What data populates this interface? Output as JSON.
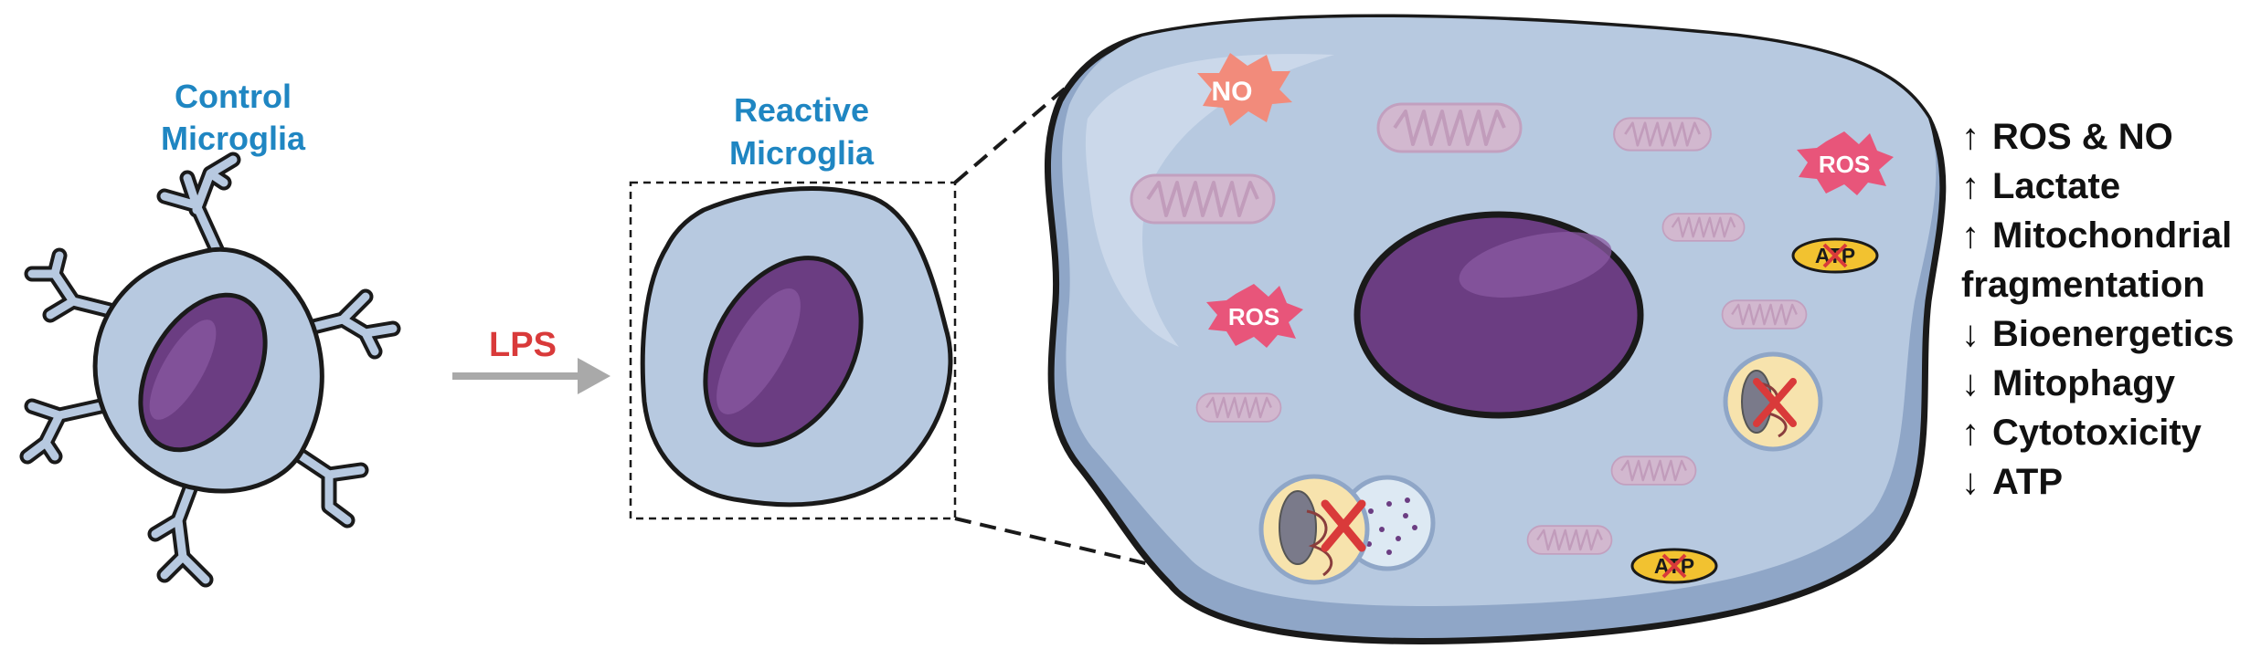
{
  "labels": {
    "control": [
      "Control",
      "Microglia"
    ],
    "reactive": [
      "Reactive",
      "Microglia"
    ],
    "stimulus": "LPS"
  },
  "markers": {
    "no": "NO",
    "ros": "ROS",
    "atp": "ATP"
  },
  "effects": [
    {
      "arrow": "↑",
      "text": "ROS & NO"
    },
    {
      "arrow": "↑",
      "text": "Lactate"
    },
    {
      "arrow": "↑",
      "text": "Mitochondrial"
    },
    {
      "arrow": "",
      "text": "fragmentation"
    },
    {
      "arrow": "↓",
      "text": "Bioenergetics"
    },
    {
      "arrow": "↓",
      "text": "Mitophagy"
    },
    {
      "arrow": "↑",
      "text": "Cytotoxicity"
    },
    {
      "arrow": "↓",
      "text": "ATP"
    }
  ],
  "colors": {
    "cell_fill": "#b7c9e0",
    "cell_shadow": "#8fa6c7",
    "nucleus": "#6b3d82",
    "label_blue": "#1f86c2",
    "lps_red": "#d93a3a",
    "ros_pink": "#e8557a",
    "no_salmon": "#f28b7b",
    "atp_yellow": "#f2c230",
    "mito_fill": "#d2b8cf",
    "mito_stroke": "#c9a5c6"
  }
}
